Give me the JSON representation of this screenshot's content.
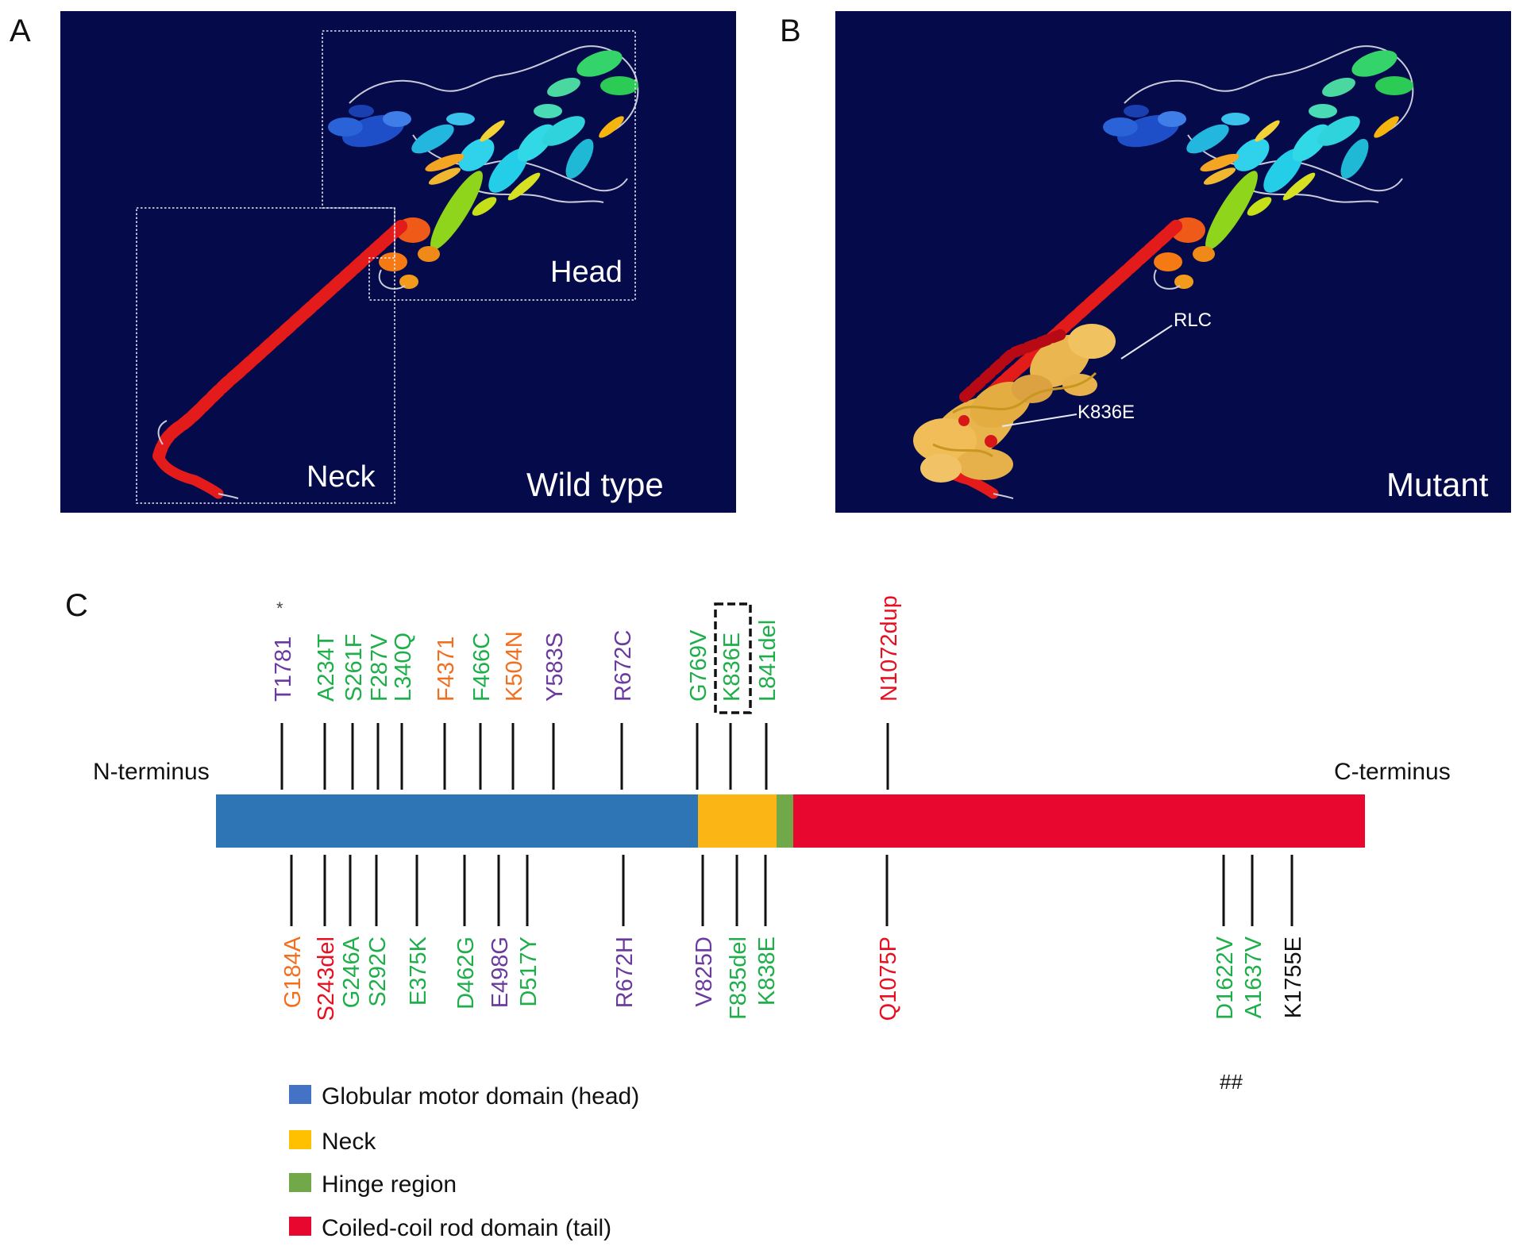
{
  "panels": {
    "a": {
      "letter": "A",
      "label": "Wild type",
      "head_label": "Head",
      "neck_label": "Neck"
    },
    "b": {
      "letter": "B",
      "label": "Mutant",
      "rlc_label": "RLC",
      "mutation_label": "K836E"
    },
    "c": {
      "letter": "C"
    }
  },
  "colors": {
    "panel_bg": "#050b4a",
    "head_domain": "#2e75b6",
    "neck_domain": "#fbb616",
    "hinge_domain": "#70a84a",
    "tail_domain": "#e8082f",
    "orange_text": "#f07020",
    "red_text": "#e81020",
    "green_text": "#1eae4a",
    "purple_text": "#6a3a9e",
    "black_text": "#111111"
  },
  "domain_map": {
    "n_terminus": "N-terminus",
    "c_terminus": "C-terminus",
    "segments": [
      {
        "key": "head",
        "color": "#2e75b6"
      },
      {
        "key": "neck",
        "color": "#fbb616"
      },
      {
        "key": "hinge",
        "color": "#70a84a"
      },
      {
        "key": "tail",
        "color": "#e8082f"
      }
    ],
    "top_mutations": [
      {
        "label": "T1781",
        "color": "#6a3a9e",
        "mark": "*"
      },
      {
        "label": "A234T",
        "color": "#1eae4a"
      },
      {
        "label": "S261F",
        "color": "#1eae4a"
      },
      {
        "label": "F287V",
        "color": "#1eae4a"
      },
      {
        "label": "L340Q",
        "color": "#1eae4a"
      },
      {
        "label": "F4371",
        "color": "#f07020"
      },
      {
        "label": "F466C",
        "color": "#1eae4a"
      },
      {
        "label": "K504N",
        "color": "#f07020"
      },
      {
        "label": "Y583S",
        "color": "#6a3a9e"
      },
      {
        "label": "R672C",
        "color": "#6a3a9e"
      },
      {
        "label": "G769V",
        "color": "#1eae4a"
      },
      {
        "label": "K836E",
        "color": "#1eae4a",
        "boxed": true
      },
      {
        "label": "L841del",
        "color": "#1eae4a"
      },
      {
        "label": "N1072dup",
        "color": "#e81020"
      }
    ],
    "bottom_mutations": [
      {
        "label": "G184A",
        "color": "#f07020"
      },
      {
        "label": "S243del",
        "color": "#e81020"
      },
      {
        "label": "G246A",
        "color": "#1eae4a"
      },
      {
        "label": "S292C",
        "color": "#1eae4a"
      },
      {
        "label": "E375K",
        "color": "#1eae4a"
      },
      {
        "label": "D462G",
        "color": "#1eae4a"
      },
      {
        "label": "E498G",
        "color": "#6a3a9e"
      },
      {
        "label": "D517Y",
        "color": "#1eae4a"
      },
      {
        "label": "R672H",
        "color": "#6a3a9e"
      },
      {
        "label": "V825D",
        "color": "#6a3a9e"
      },
      {
        "label": "F835del",
        "color": "#1eae4a"
      },
      {
        "label": "K838E",
        "color": "#1eae4a"
      },
      {
        "label": "Q1075P",
        "color": "#e81020"
      },
      {
        "label": "D1622V",
        "color": "#1eae4a"
      },
      {
        "label": "A1637V",
        "color": "#1eae4a"
      },
      {
        "label": "K1755E",
        "color": "#111111"
      }
    ],
    "hash_mark": "##"
  },
  "legend": [
    {
      "label": "Globular motor domain (head)",
      "color": "#4472c4"
    },
    {
      "label": "Neck",
      "color": "#ffc000"
    },
    {
      "label": "Hinge region",
      "color": "#70a84a"
    },
    {
      "label": "Coiled-coil rod domain (tail)",
      "color": "#e8082f"
    }
  ]
}
